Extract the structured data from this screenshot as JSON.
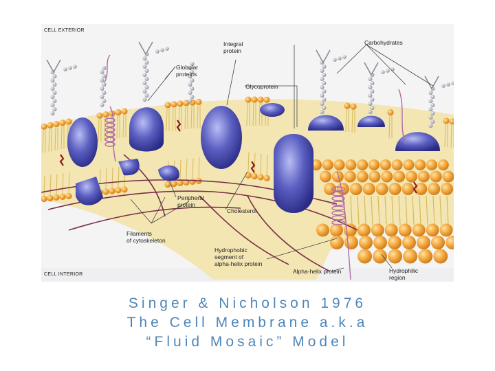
{
  "figure": {
    "labels": {
      "cell_exterior": "CELL EXTERIOR",
      "cell_interior": "CELL INTERIOR",
      "integral_protein": [
        "Integral",
        "protein"
      ],
      "carbohydrates": "Carbohydrates",
      "globular_proteins": [
        "Globular",
        "proteins"
      ],
      "glycoprotein": "Glycoprotein",
      "peripheral_protein": [
        "Peripheral",
        "protein"
      ],
      "cholesterol": "Cholesterol",
      "filaments": [
        "Filaments",
        "of cytoskeleton"
      ],
      "hydrophobic_segment": [
        "Hydrophobic",
        "segment of",
        "alpha-helix protein"
      ],
      "alpha_helix_protein": "Alpha-helix protein",
      "hydrophilic_region": [
        "Hydrophilic",
        "region"
      ]
    }
  },
  "caption": {
    "line1": "Singer & Nicholson 1976",
    "line2": "The Cell Membrane a.k.a",
    "line3": "“Fluid Mosaic” Model"
  },
  "colors": {
    "head": "#f2a53a",
    "head_dark": "#d9821f",
    "tail": "#e8cf7a",
    "protein": "#5b5fc0",
    "protein_dark": "#2f2f8f",
    "carb": "#a9a9b4",
    "caption": "#4f86b8"
  }
}
